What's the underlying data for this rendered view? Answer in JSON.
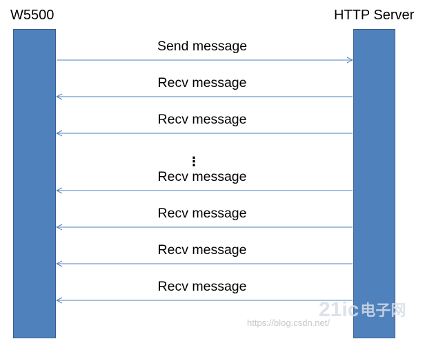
{
  "actors": {
    "left": "W5500",
    "right": "HTTP Server"
  },
  "colors": {
    "lifeline_fill": "#4f81bd",
    "lifeline_border": "#3a5f8c",
    "arrow": "#4f81bd"
  },
  "messages": [
    {
      "label": "Send message",
      "direction": "right"
    },
    {
      "label": "Recv message",
      "direction": "left"
    },
    {
      "label": "Recv message",
      "direction": "left"
    },
    {
      "label": "Recv message",
      "direction": "left"
    },
    {
      "label": "Recv message",
      "direction": "left"
    },
    {
      "label": "Recv message",
      "direction": "left"
    },
    {
      "label": "Recv message",
      "direction": "left"
    }
  ],
  "gap_marker": "⋮",
  "watermark": {
    "url": "https://blog.csdn.net/",
    "logo": "21ic",
    "logo_cn": "电子网"
  }
}
